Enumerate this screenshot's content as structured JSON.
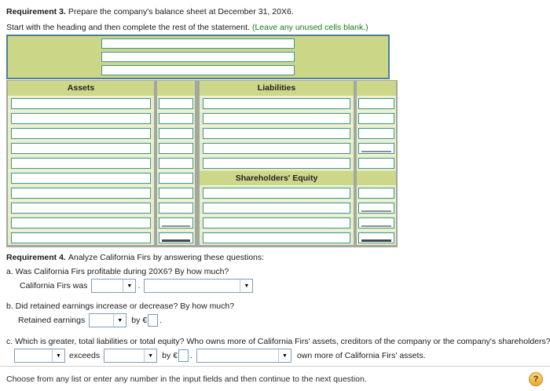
{
  "colors": {
    "band_green": "#ccd78a",
    "cell_green": "#e7edc6",
    "input_border_teal": "#3f9596",
    "heading_border_blue": "#4c7e96",
    "divider_gray": "#a4a79e",
    "green_text": "#157d15",
    "dropdown_border": "#7f9db9",
    "help_gold": "#f3bd4e"
  },
  "icons": {
    "dropdown_arrow": "▼",
    "help": "?"
  },
  "requirement3": {
    "label": "Requirement 3.",
    "text": "Prepare the company's balance sheet at December 31, 20X6.",
    "instruction": "Start with the heading and then complete the rest of the statement.",
    "instruction_note": "(Leave any unused cells blank.)"
  },
  "statement": {
    "assets_header": "Assets",
    "liabilities_header": "Liabilities",
    "equity_header": "Shareholders' Equity"
  },
  "requirement4": {
    "label": "Requirement 4.",
    "text": "Analyze California Firs by answering these questions:",
    "a": {
      "question": "a. Was California Firs profitable during 20X6? By how much?",
      "lead": "California Firs was",
      "period": "."
    },
    "b": {
      "question": "b. Did retained earnings increase or decrease? By how much?",
      "lead": "Retained earnings",
      "by": "by",
      "currency": "€",
      "period": "."
    },
    "c": {
      "question": "c. Which is greater, total liabilities or total equity? Who owns more of California Firs' assets, creditors of the company or the  company's shareholders?",
      "exceeds": "exceeds",
      "by": "by",
      "currency": "€",
      "period": ".",
      "suffix": "own more of California Firs' assets."
    }
  },
  "footer": {
    "note": "Choose from any list or enter any number in the input fields and then continue to the next question."
  }
}
